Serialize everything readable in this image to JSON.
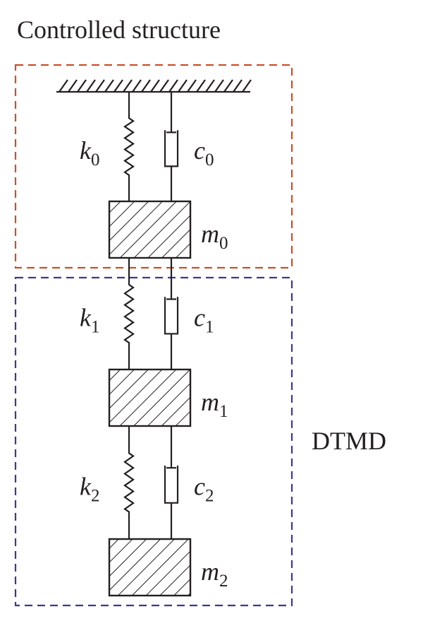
{
  "title": "Controlled structure",
  "group_label": "DTMD",
  "colors": {
    "ink": "#231f20",
    "controlled_box": "#c8502a",
    "dtmd_box": "#3c3891"
  },
  "levels": [
    {
      "spring": {
        "symbol": "k",
        "index": "0"
      },
      "damper": {
        "symbol": "c",
        "index": "0"
      },
      "mass": {
        "symbol": "m",
        "index": "0"
      }
    },
    {
      "spring": {
        "symbol": "k",
        "index": "1"
      },
      "damper": {
        "symbol": "c",
        "index": "1"
      },
      "mass": {
        "symbol": "m",
        "index": "1"
      }
    },
    {
      "spring": {
        "symbol": "k",
        "index": "2"
      },
      "damper": {
        "symbol": "c",
        "index": "2"
      },
      "mass": {
        "symbol": "m",
        "index": "2"
      }
    }
  ]
}
